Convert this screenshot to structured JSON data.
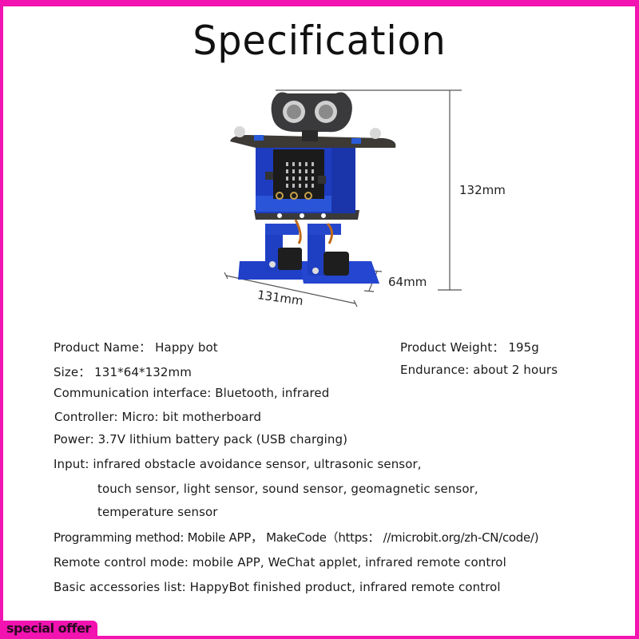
{
  "title": "Specification",
  "dimensions": {
    "height": "132mm",
    "width": "131mm",
    "depth": "64mm"
  },
  "image": {
    "subject": "HappyBot micro:bit biped robot"
  },
  "specs_left": [
    "Product Name： Happy bot",
    "Size： 131*64*132mm",
    "Communication interface: Bluetooth, infrared",
    "Controller: Micro: bit motherboard",
    "Power: 3.7V lithium battery pack (USB charging)",
    "Input: infrared obstacle avoidance sensor, ultrasonic sensor,",
    "touch sensor, light sensor, sound sensor, geomagnetic sensor,",
    "temperature sensor",
    "Programming method: Mobile APP， MakeCode（https： //microbit.org/zh-CN/code/)",
    "Remote control mode: mobile APP, WeChat applet, infrared remote control",
    "Basic accessories list: HappyBot finished product, infrared remote control"
  ],
  "specs_right": [
    "Product Weight： 195g",
    "Endurance: about 2 hours"
  ],
  "badge": {
    "label": "special offer"
  },
  "colors": {
    "border": "#f213b0",
    "robot_blue": "#1f3fc2"
  }
}
